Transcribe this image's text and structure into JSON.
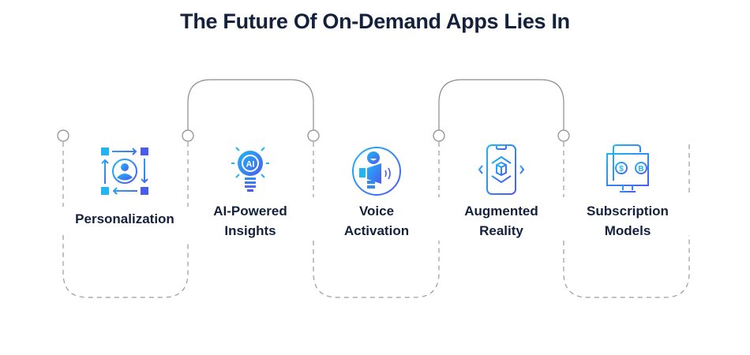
{
  "title": "The Future Of On-Demand Apps Lies In",
  "colors": {
    "title": "#14213d",
    "gradient_start": "#1fb6f5",
    "gradient_end": "#4a5cf0",
    "connector": "#8a8a94",
    "dashed": "#9a9aa6"
  },
  "items": [
    {
      "label_line1": "Personalization",
      "label_line2": "",
      "icon": "personalization-icon"
    },
    {
      "label_line1": "AI-Powered",
      "label_line2": "Insights",
      "icon": "ai-lightbulb-icon"
    },
    {
      "label_line1": "Voice",
      "label_line2": "Activation",
      "icon": "voice-megaphone-icon"
    },
    {
      "label_line1": "Augmented",
      "label_line2": "Reality",
      "icon": "ar-phone-cube-icon"
    },
    {
      "label_line1": "Subscription",
      "label_line2": "Models",
      "icon": "subscription-monitor-icon"
    }
  ]
}
